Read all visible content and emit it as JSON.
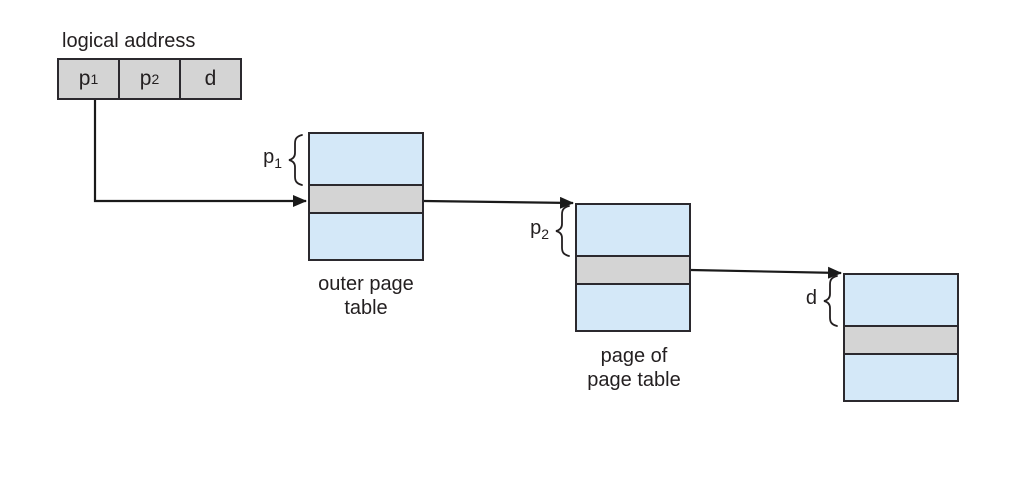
{
  "colors": {
    "cell_blue": "#d4e8f8",
    "cell_gray": "#d4d4d4",
    "border": "#2b292e",
    "line": "#1a1a1a",
    "text": "#231f20",
    "background": "#ffffff"
  },
  "logical_address": {
    "label": "logical address",
    "fields": [
      {
        "text": "p",
        "sub": "1"
      },
      {
        "text": "p",
        "sub": "2"
      },
      {
        "text": "d",
        "sub": ""
      }
    ]
  },
  "outer_page_table": {
    "caption_line1": "outer page",
    "caption_line2": "table",
    "brace_label": {
      "text": "p",
      "sub": "1"
    }
  },
  "page_of_page_table": {
    "caption_line1": "page of",
    "caption_line2": "page table",
    "brace_label": {
      "text": "p",
      "sub": "2"
    }
  },
  "target_page": {
    "brace_label": {
      "text": "d",
      "sub": ""
    }
  }
}
